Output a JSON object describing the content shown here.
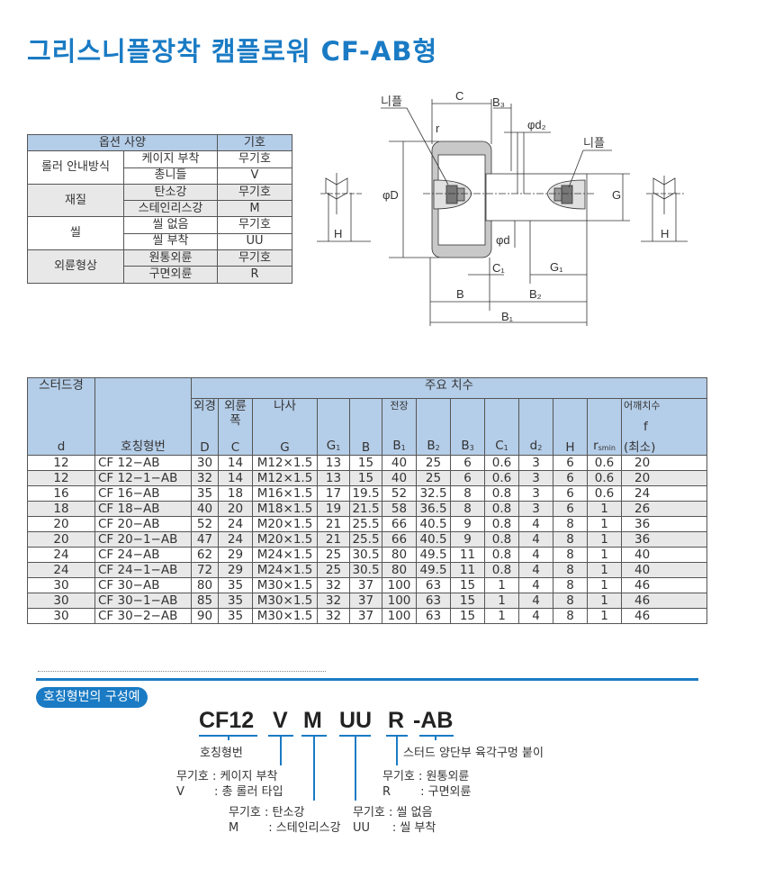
{
  "page": {
    "title": "그리스니플장착 캠플로워 CF-AB형"
  },
  "option_table": {
    "headers": [
      "옵션 사양",
      "기호"
    ],
    "groups": [
      {
        "name": "롤러 안내방식",
        "rows": [
          {
            "spec": "케이지 부착",
            "code": "무기호"
          },
          {
            "spec": "총니들",
            "code": "V"
          }
        ]
      },
      {
        "name": "재질",
        "rows": [
          {
            "spec": "탄소강",
            "code": "무기호"
          },
          {
            "spec": "스테인리스강",
            "code": "M"
          }
        ]
      },
      {
        "name": "씰",
        "rows": [
          {
            "spec": "씰 없음",
            "code": "무기호"
          },
          {
            "spec": "씰 부착",
            "code": "UU"
          }
        ]
      },
      {
        "name": "외륜형상",
        "rows": [
          {
            "spec": "원통외륜",
            "code": "무기호"
          },
          {
            "spec": "구면외륜",
            "code": "R"
          }
        ]
      }
    ]
  },
  "diagram": {
    "labels": {
      "nipple_left": "니플",
      "nipple_right": "니플",
      "C": "C",
      "B3": "B₃",
      "d2": "φd₂",
      "r": "r",
      "D": "φD",
      "d": "φd",
      "G": "G",
      "H_left": "H",
      "H_right": "H",
      "C1": "C₁",
      "G1": "G₁",
      "B": "B",
      "B2": "B₂",
      "B1": "B₁"
    }
  },
  "dim_table": {
    "header": {
      "stud_dia": "스터드경",
      "d": "d",
      "model": "호칭형번",
      "main_dims": "주요 치수",
      "outer_dia": "외경",
      "outer_width": "외륜폭",
      "thread": "나사",
      "total_len": "전장",
      "shoulder": "어깨치수",
      "f": "f",
      "min": "(최소)",
      "cols": [
        "D",
        "C",
        "G",
        "G",
        "B",
        "B",
        "B",
        "B",
        "C",
        "d",
        "H",
        "r"
      ],
      "col_subs": [
        "",
        "",
        "",
        "1",
        "",
        "1",
        "2",
        "3",
        "1",
        "2",
        "",
        "smin"
      ]
    },
    "rows": [
      [
        "12",
        "CF 12−AB",
        "30",
        "14",
        "M12×1.5",
        "13",
        "15",
        "40",
        "25",
        "6",
        "0.6",
        "3",
        "6",
        "0.6",
        "20"
      ],
      [
        "12",
        "CF 12−1−AB",
        "32",
        "14",
        "M12×1.5",
        "13",
        "15",
        "40",
        "25",
        "6",
        "0.6",
        "3",
        "6",
        "0.6",
        "20"
      ],
      [
        "16",
        "CF 16−AB",
        "35",
        "18",
        "M16×1.5",
        "17",
        "19.5",
        "52",
        "32.5",
        "8",
        "0.8",
        "3",
        "6",
        "0.6",
        "24"
      ],
      [
        "18",
        "CF 18−AB",
        "40",
        "20",
        "M18×1.5",
        "19",
        "21.5",
        "58",
        "36.5",
        "8",
        "0.8",
        "3",
        "6",
        "1",
        "26"
      ],
      [
        "20",
        "CF 20−AB",
        "52",
        "24",
        "M20×1.5",
        "21",
        "25.5",
        "66",
        "40.5",
        "9",
        "0.8",
        "4",
        "8",
        "1",
        "36"
      ],
      [
        "20",
        "CF 20−1−AB",
        "47",
        "24",
        "M20×1.5",
        "21",
        "25.5",
        "66",
        "40.5",
        "9",
        "0.8",
        "4",
        "8",
        "1",
        "36"
      ],
      [
        "24",
        "CF 24−AB",
        "62",
        "29",
        "M24×1.5",
        "25",
        "30.5",
        "80",
        "49.5",
        "11",
        "0.8",
        "4",
        "8",
        "1",
        "40"
      ],
      [
        "24",
        "CF 24−1−AB",
        "72",
        "29",
        "M24×1.5",
        "25",
        "30.5",
        "80",
        "49.5",
        "11",
        "0.8",
        "4",
        "8",
        "1",
        "40"
      ],
      [
        "30",
        "CF 30−AB",
        "80",
        "35",
        "M30×1.5",
        "32",
        "37",
        "100",
        "63",
        "15",
        "1",
        "4",
        "8",
        "1",
        "46"
      ],
      [
        "30",
        "CF 30−1−AB",
        "85",
        "35",
        "M30×1.5",
        "32",
        "37",
        "100",
        "63",
        "15",
        "1",
        "4",
        "8",
        "1",
        "46"
      ],
      [
        "30",
        "CF 30−2−AB",
        "90",
        "35",
        "M30×1.5",
        "32",
        "37",
        "100",
        "63",
        "15",
        "1",
        "4",
        "8",
        "1",
        "46"
      ]
    ]
  },
  "example": {
    "badge": "호칭형번의 구성예",
    "parts": [
      "CF12",
      "V",
      "M",
      "UU",
      "R",
      "-AB"
    ],
    "desc_model": "호칭형번",
    "desc_ab": "스터드 양단부 육각구멍 붙이",
    "desc_v": [
      "무기호 : 케이지 부착",
      "V        : 총 롤러 타입"
    ],
    "desc_m": [
      "무기호 : 탄소강",
      "M        : 스테인리스강"
    ],
    "desc_uu": [
      "무기호 : 씰 없음",
      "UU      : 씰 부착"
    ],
    "desc_r": [
      "무기호 : 원통외륜",
      "R        : 구면외륜"
    ]
  },
  "colors": {
    "accent": "#1a7bc4",
    "header_bg": "#b4cde8",
    "row_alt": "#e8e8e8"
  }
}
